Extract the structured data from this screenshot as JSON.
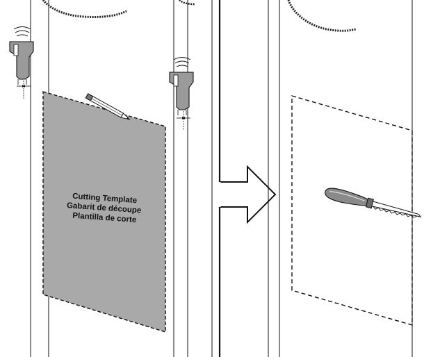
{
  "template": {
    "lines": [
      "Cutting Template",
      "Gabarit de découpe",
      "Plantilla de corte"
    ]
  },
  "colors": {
    "stroke": "#111111",
    "template_fill": "#a9a9a9",
    "studfinder_body": "#9a9a9a",
    "background": "#ffffff"
  },
  "icons": {
    "left_tool": "stud-finder-icon",
    "right_tool": "stud-finder-icon",
    "pencil": "pencil-icon",
    "arrow": "arrow-right-icon",
    "saw": "drywall-saw-icon"
  }
}
